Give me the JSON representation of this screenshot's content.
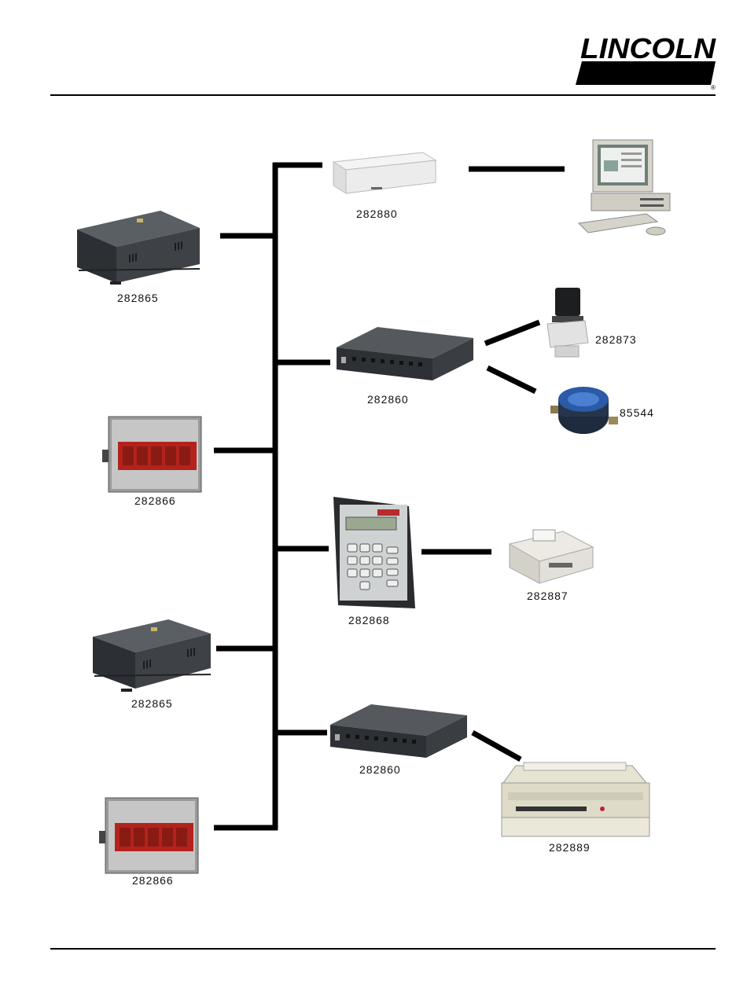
{
  "brand": {
    "name": "LINCOLN",
    "registered_mark": "®"
  },
  "parts": {
    "box1": "282865",
    "display1": "282866",
    "box2": "282865",
    "display2": "282866",
    "modem": "282880",
    "hub1": "282860",
    "keypad": "282868",
    "hub2": "282860",
    "valve": "282873",
    "meter": "85544",
    "ticket_printer": "282887",
    "dot_matrix_printer": "282889"
  },
  "computer": {
    "icon": "desktop-computer-icon"
  },
  "colors": {
    "line": "#000000",
    "device_dark": "#3a3e42",
    "display_red": "#b3231c",
    "panel_gray": "#c9c9c9"
  }
}
